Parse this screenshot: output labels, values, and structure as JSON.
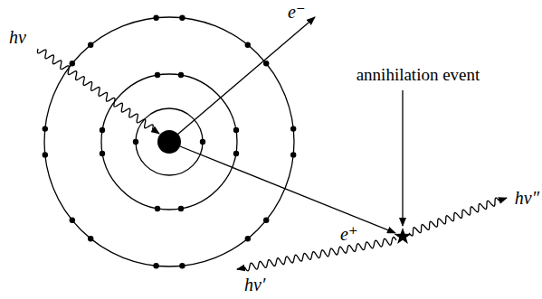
{
  "diagram": {
    "labels": [
      "hν",
      "e⁻",
      "annihilation event",
      "e⁺",
      "hν″",
      "hν′"
    ]
  }
}
